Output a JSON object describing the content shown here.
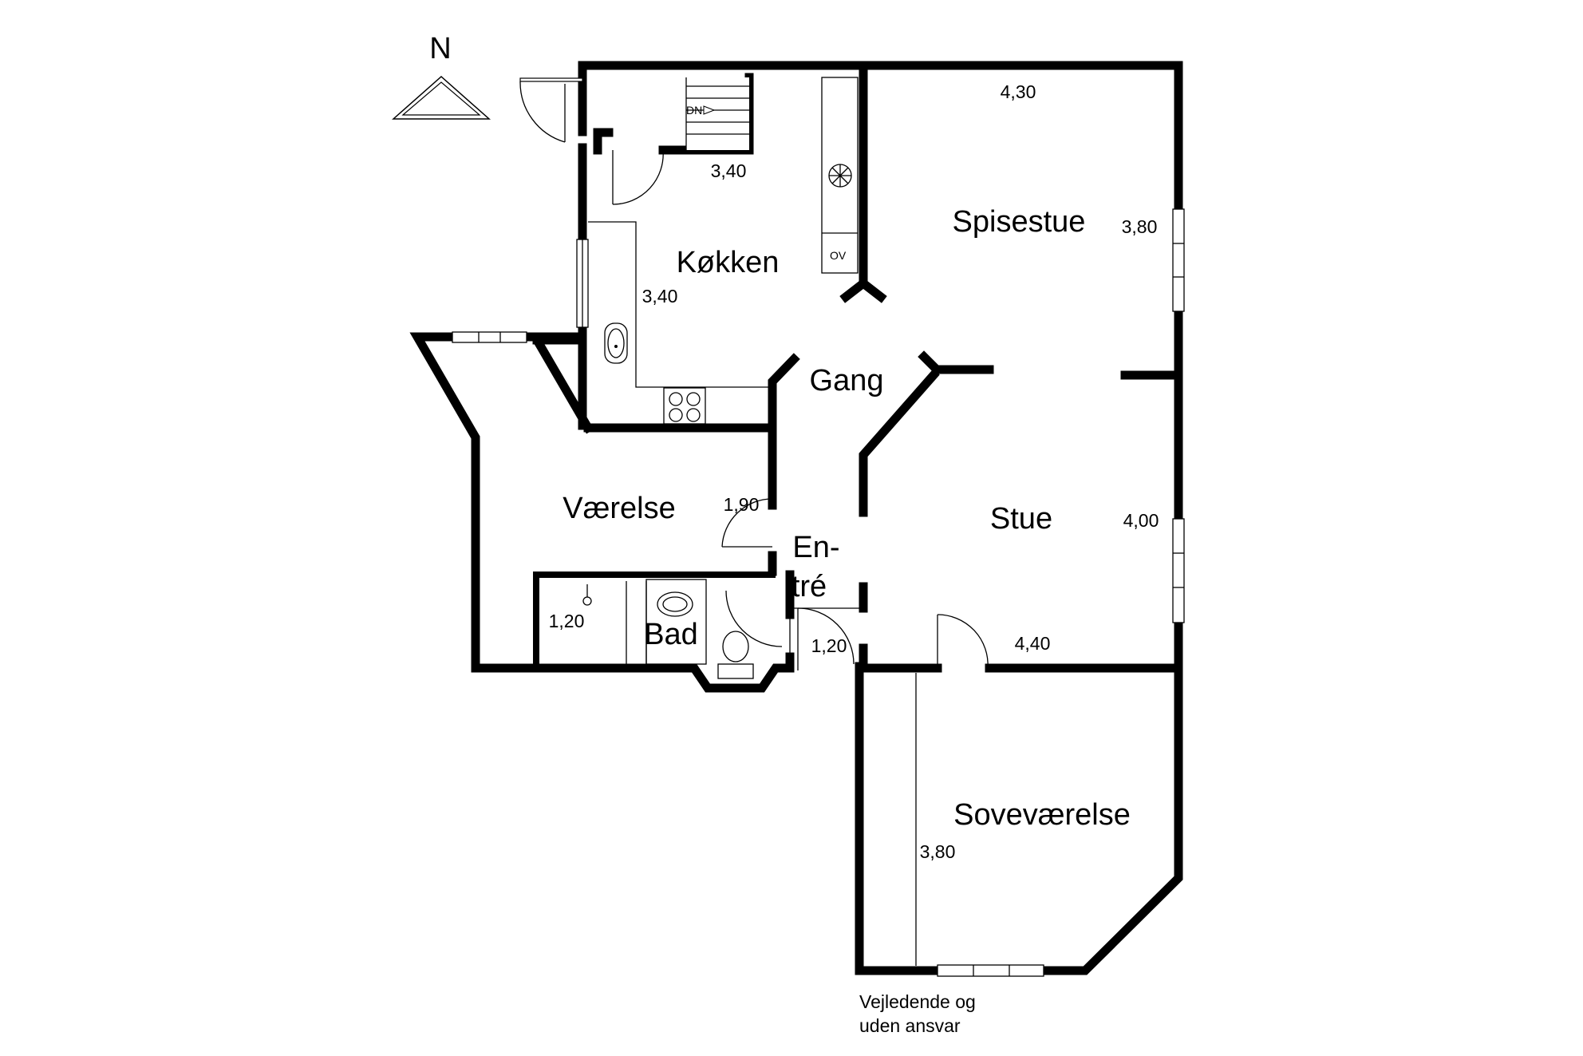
{
  "compass": {
    "letter": "N",
    "icon": "north-arrow-icon"
  },
  "rooms": {
    "kitchen": "Køkken",
    "dining": "Spisestue",
    "hall": "Gang",
    "bedroom_small": "Værelse",
    "entry_line1": "En-",
    "entry_line2": "tré",
    "living": "Stue",
    "bath": "Bad",
    "bedroom": "Soveværelse"
  },
  "dimensions": {
    "kitchen_width": "3,40",
    "kitchen_depth": "3,40",
    "dining_width": "4,30",
    "dining_depth": "3,80",
    "bedroom_small_depth": "1,90",
    "living_depth": "4,00",
    "living_width": "4,40",
    "entry_width": "1,20",
    "bath_width": "1,20",
    "bedroom_depth": "3,80"
  },
  "fixtures": {
    "stairs": "DN",
    "oven": "OV"
  },
  "disclaimer": {
    "line1": "Vejledende og",
    "line2": "uden ansvar"
  }
}
